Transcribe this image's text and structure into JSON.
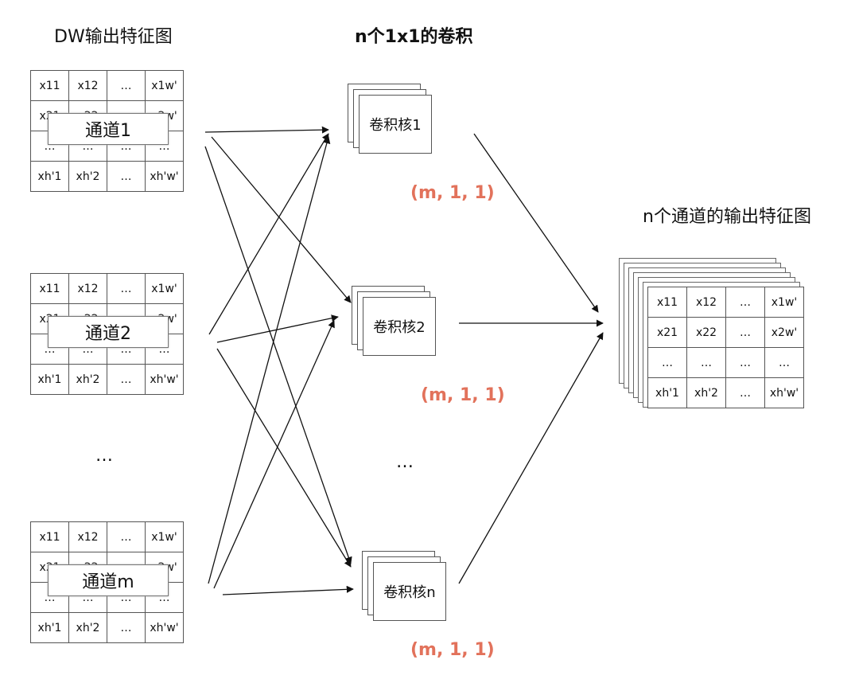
{
  "titles": {
    "left": "DW输出特征图",
    "middle": "n个1x1的卷积",
    "right": "n个通道的输出特征图"
  },
  "grid_rows": [
    [
      "x11",
      "x12",
      "…",
      "x1w'"
    ],
    [
      "x21",
      "x22",
      "…",
      "x2w'"
    ],
    [
      "…",
      "…",
      "…",
      "…"
    ],
    [
      "xh'1",
      "xh'2",
      "…",
      "xh'w'"
    ]
  ],
  "channels": [
    {
      "label": "通道1"
    },
    {
      "label": "通道2"
    },
    {
      "label": "通道m"
    }
  ],
  "channel_ellipsis": "…",
  "kernels": [
    {
      "label": "卷积核1",
      "shape": "(m, 1, 1)"
    },
    {
      "label": "卷积核2",
      "shape": "(m, 1, 1)"
    },
    {
      "label": "卷积核n",
      "shape": "(m, 1, 1)"
    }
  ],
  "kernel_ellipsis": "…",
  "colors": {
    "shape_text": "#e2725b",
    "lines": "#111111"
  }
}
